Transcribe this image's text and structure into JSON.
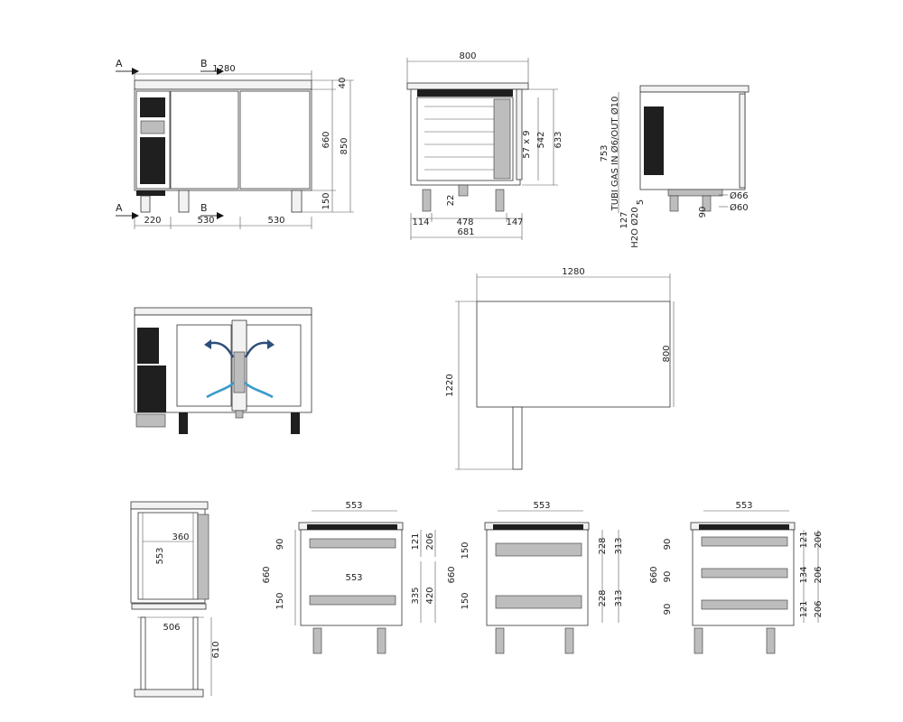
{
  "front_view": {
    "section_a_top": "A",
    "section_a_bottom": "A",
    "section_b_top": "B",
    "section_b_bottom": "B",
    "width": "1280",
    "top_thickness": "40",
    "body_height": "660",
    "total_height": "850",
    "legs_height": "150",
    "bottom_dims": [
      "220",
      "530",
      "530"
    ]
  },
  "side_view": {
    "depth": "800",
    "inner_height": "542",
    "outer_height": "633",
    "guides": "57 x 9",
    "leg_gap": "22",
    "bottom_dims": [
      "114",
      "478",
      "147"
    ],
    "bottom_total": "681"
  },
  "back_view": {
    "height": "753",
    "gas_label": "TUBI GAS IN Ø6/OUT Ø10",
    "drain_label": "H2O Ø20",
    "dim_127": "127",
    "dim_5": "5",
    "dim_90": "90",
    "dia_66": "Ø66",
    "dia_60": "Ø60"
  },
  "plan_view": {
    "width": "1280",
    "depth": "800",
    "door_open": "1220"
  },
  "tray_section": {
    "height": "553",
    "width": "360",
    "base": "506",
    "leg_height": "610"
  },
  "drawer_views": [
    {
      "width": "553",
      "total": "660",
      "top_gap": "90",
      "low_gap": "150",
      "right_dims": [
        "121",
        "206",
        "335",
        "420"
      ],
      "inner": "553"
    },
    {
      "width": "553",
      "total": "660",
      "gap_a": "150",
      "gap_b": "150",
      "right_dims": [
        "228",
        "313",
        "228",
        "313"
      ]
    },
    {
      "width": "553",
      "total": "660",
      "gaps": [
        "90",
        "90",
        "90"
      ],
      "right_dims": [
        "121",
        "206",
        "134",
        "206",
        "121",
        "206"
      ]
    }
  ]
}
